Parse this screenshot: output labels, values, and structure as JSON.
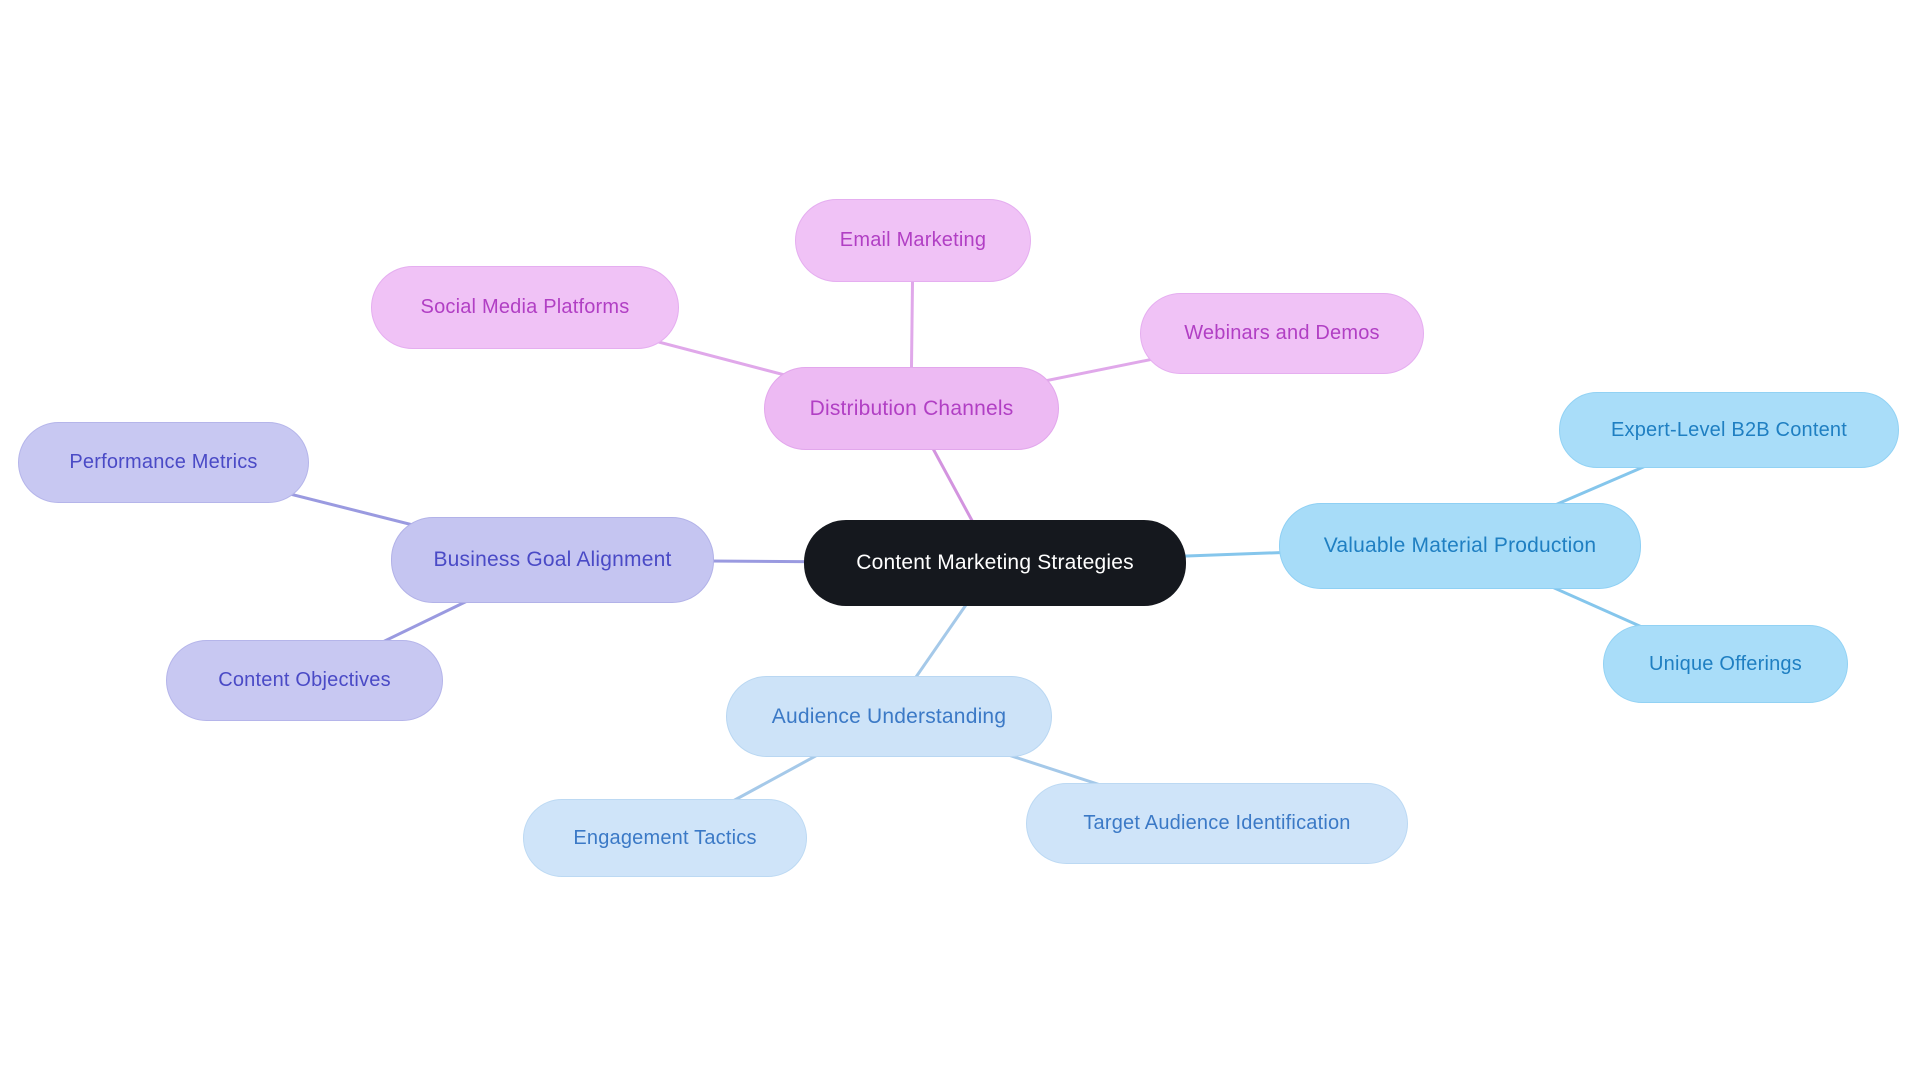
{
  "diagram": {
    "type": "mindmap",
    "center": {
      "label": "Content Marketing Strategies",
      "bg": "#15181e",
      "text_color": "#ffffff"
    },
    "branches": [
      {
        "label": "Distribution Channels",
        "text_color": "#b13fc4",
        "fill": "#edbaf3",
        "border": "#e2a7ec",
        "edge_color": "#d394df",
        "children": [
          {
            "label": "Email Marketing"
          },
          {
            "label": "Social Media Platforms"
          },
          {
            "label": "Webinars and Demos"
          }
        ]
      },
      {
        "label": "Business Goal Alignment",
        "text_color": "#4a4ac6",
        "fill": "#c5c5f1",
        "border": "#b2b2e8",
        "edge_color": "#9a9ae0",
        "children": [
          {
            "label": "Performance Metrics"
          },
          {
            "label": "Content Objectives"
          }
        ]
      },
      {
        "label": "Valuable Material Production",
        "text_color": "#1f7fc2",
        "fill": "#a7dcf8",
        "border": "#8fd0f4",
        "edge_color": "#85c6ec",
        "children": [
          {
            "label": "Expert-Level B2B Content"
          },
          {
            "label": "Unique Offerings"
          }
        ]
      },
      {
        "label": "Audience Understanding",
        "text_color": "#3b79c6",
        "fill": "#cde3f8",
        "border": "#b9d7f2",
        "edge_color": "#a5c9e9",
        "children": [
          {
            "label": "Engagement Tactics"
          },
          {
            "label": "Target Audience Identification"
          }
        ]
      }
    ]
  }
}
